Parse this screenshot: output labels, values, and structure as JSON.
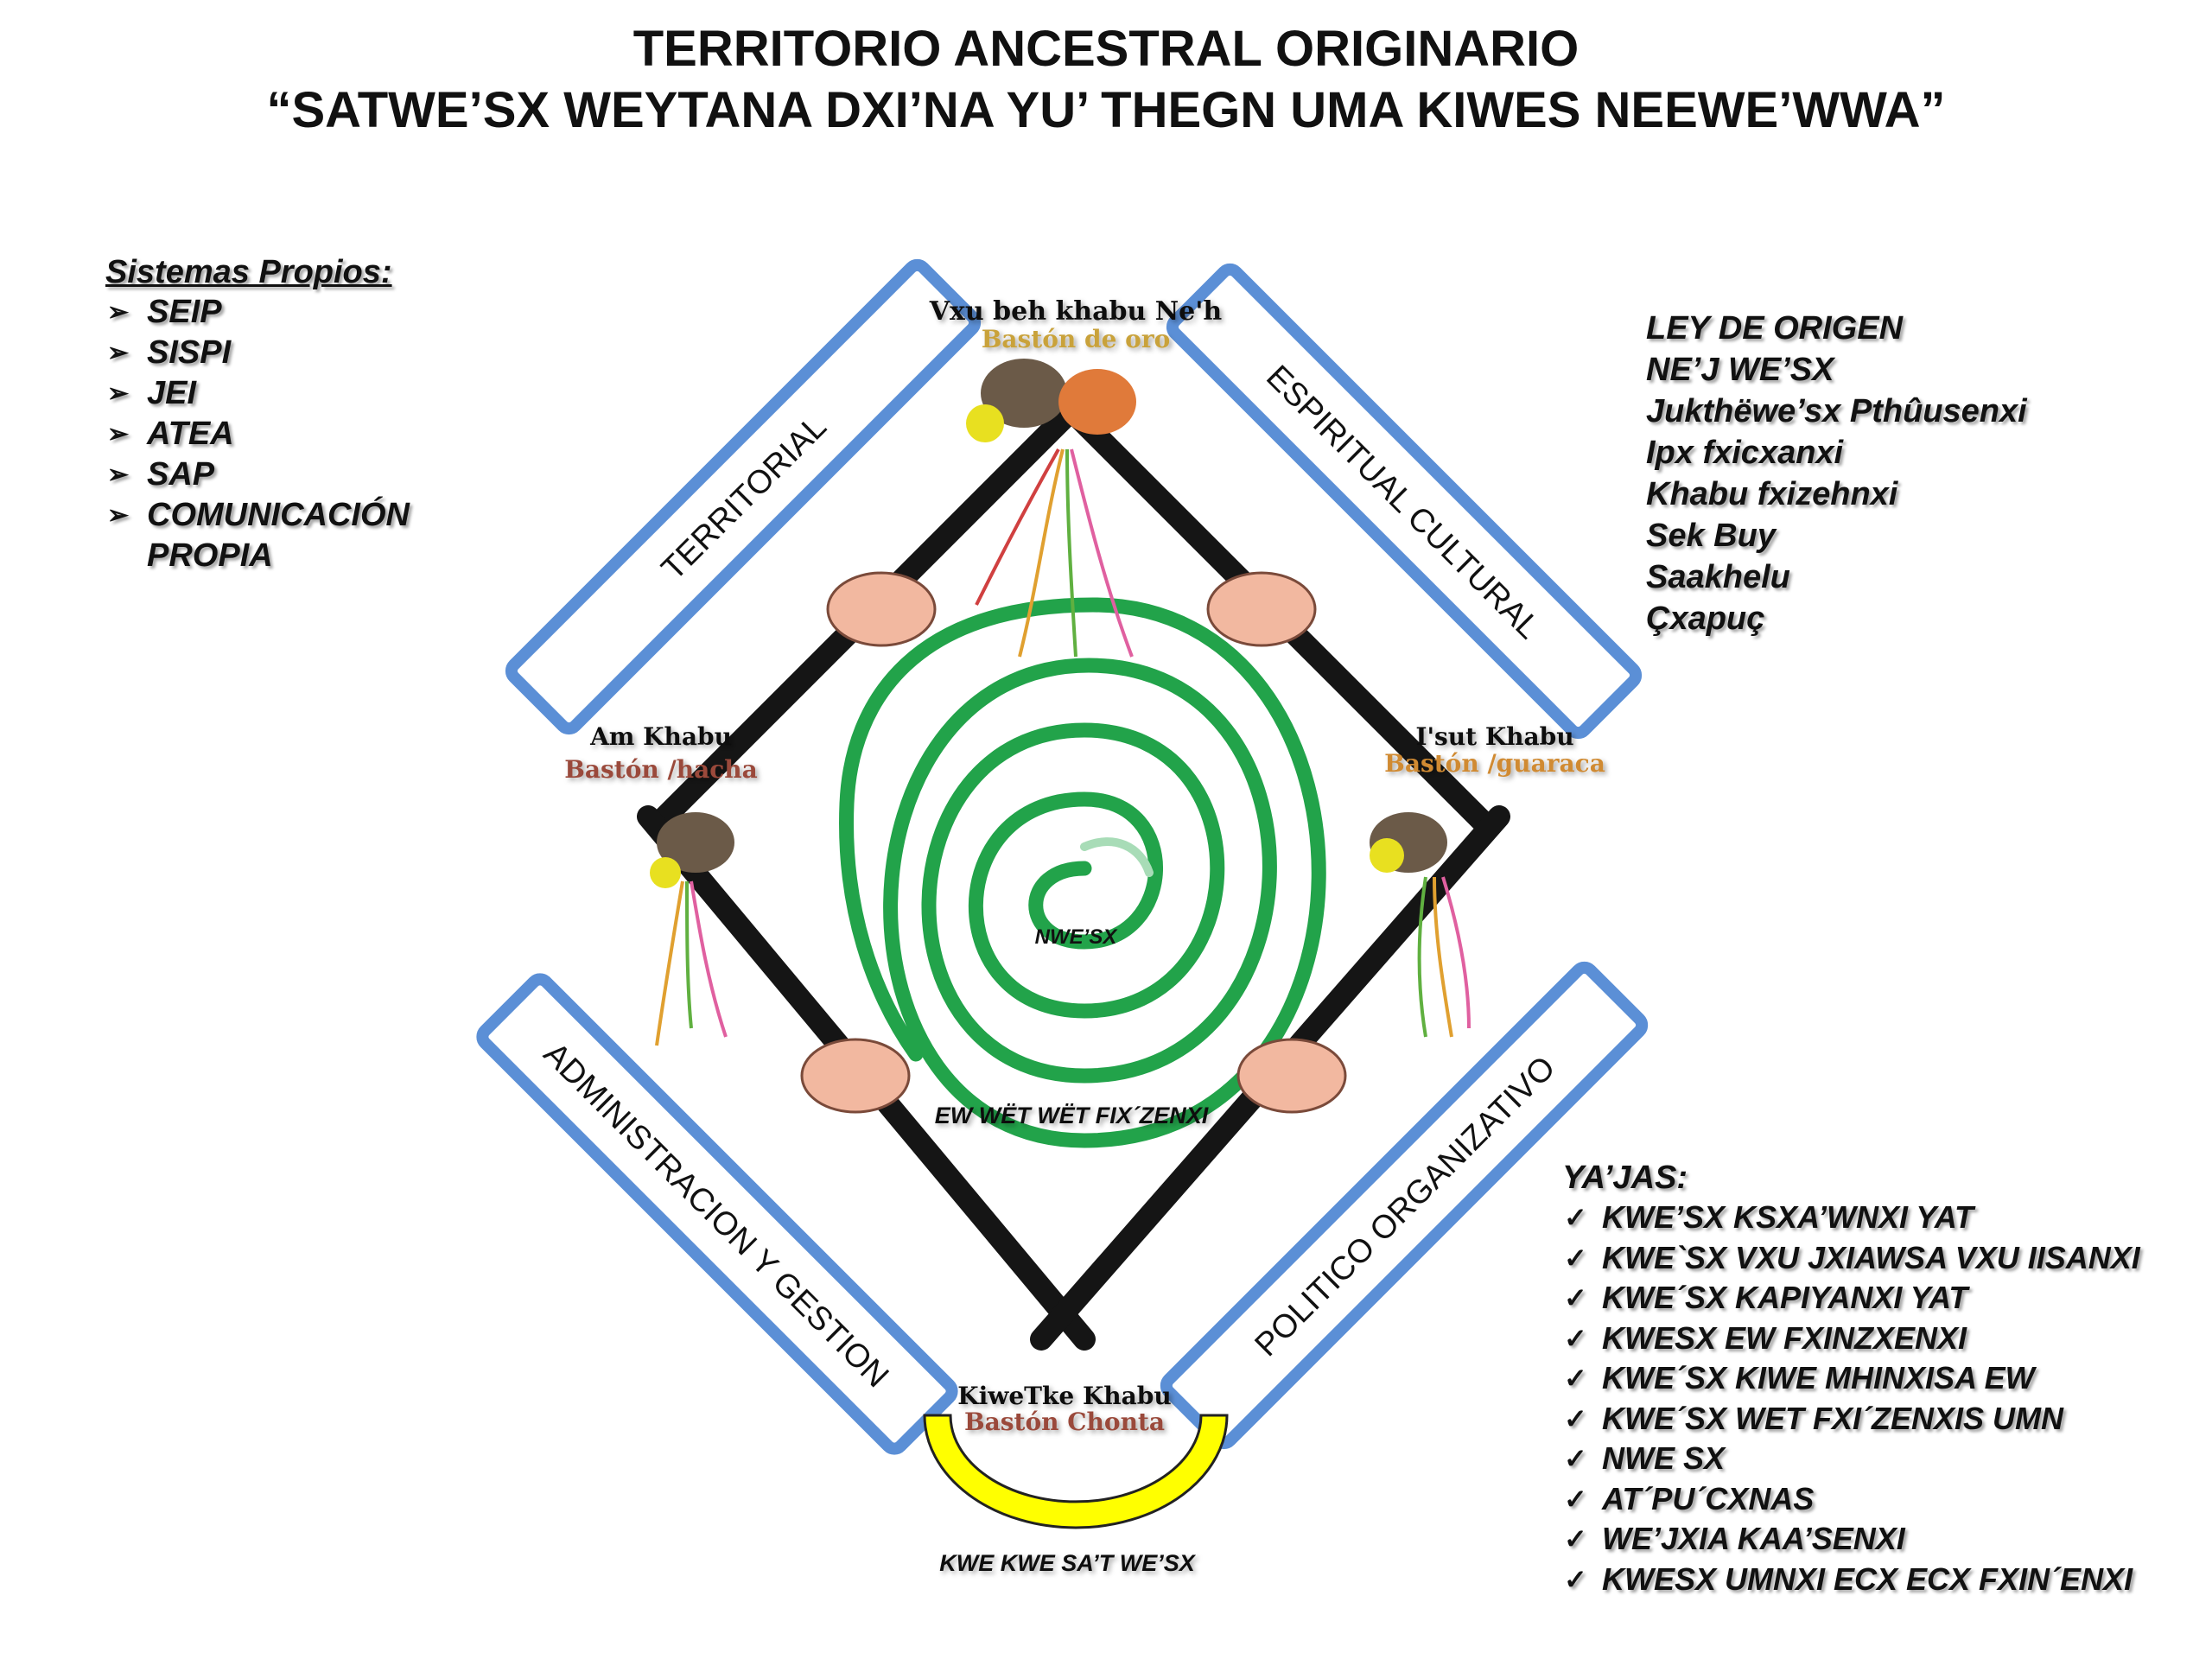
{
  "title": {
    "line1": "TERRITORIO ANCESTRAL ORIGINARIO",
    "line2": "“SATWE’SX WEYTANA DXI’NA YU’ THEGN UMA KIWES NEEWE’WWA”"
  },
  "sistemas": {
    "heading": "Sistemas Propios:",
    "marker": "➢",
    "items": [
      "SEIP",
      "SISPI",
      "JEI",
      "ATEA",
      "SAP",
      "COMUNICACIÓN",
      "PROPIA"
    ]
  },
  "ley": {
    "items": [
      "LEY DE ORIGEN",
      "NE’J WE’SX",
      "Jukthëwe’sx Pthûusenxi",
      "Ipx fxicxanxi",
      "Khabu fxizehnxi",
      "Sek Buy",
      "Saakhelu",
      "Çxapuç"
    ]
  },
  "yajas": {
    "heading": "YA’JAS:",
    "marker": "✓",
    "items": [
      "KWE’SX KSXA’WNXI YAT",
      "KWE`SX VXU JXIAWSA VXU IISANXI",
      "KWE´SX KAPIYANXI YAT",
      "KWESX EW FXINZXENXI",
      "KWE´SX KIWE MHINXISA EW",
      "KWE´SX WET FXI´ZENXIS UMN",
      "NWE SX",
      "AT´PU´CXNAS",
      "WE’JXIA KAA’SENXI",
      "KWESX UMNXI ECX ECX FXIN´ENXI"
    ]
  },
  "diagram": {
    "boxes": {
      "territorial": "TERRITORIAL",
      "espiritual": "ESPIRITUAL CULTURAL",
      "administracion": "ADMINISTRACION Y GESTION",
      "politico": "POLITICO  ORGANIZATIVO"
    },
    "staffs": {
      "top": {
        "name": "Vxu beh khabu Ne'h",
        "sub": "Bastón de oro"
      },
      "left": {
        "name": "Am Khabu",
        "sub": "Bastón /hacha"
      },
      "right": {
        "name": "I'sut Khabu",
        "sub": "Bastón /guaraca"
      },
      "bottom": {
        "name": "KiweTke Khabu",
        "sub": "Bastón Chonta"
      }
    },
    "spiral_label": "NWE’SX",
    "lower_label": "EW WËT WËT FIX´ZENXI",
    "bottom_label": "KWE KWE SA’T WE’SX",
    "colors": {
      "box_border": "#5b8fd6",
      "spiral": "#22a34a",
      "spiral_light": "#a8dcb7",
      "staff": "#151515",
      "arc_fill": "#ffff00",
      "sub_gold": "#c9a23a",
      "sub_brown": "#9a4a3a"
    }
  }
}
